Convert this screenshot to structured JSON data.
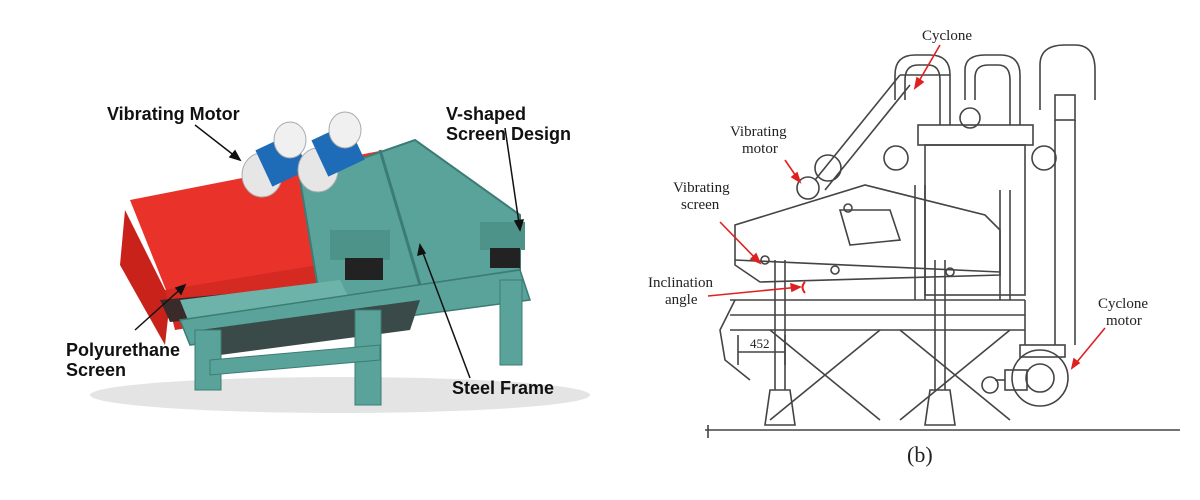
{
  "left_diagram": {
    "labels": {
      "vibrating_motor": "Vibrating Motor",
      "v_shaped_line1": "V-shaped",
      "v_shaped_line2": "Screen Design",
      "polyurethane_line1": "Polyurethane",
      "polyurethane_line2": "Screen",
      "steel_frame": "Steel Frame"
    },
    "colors": {
      "screen_red": "#e8322a",
      "frame_teal": "#5aa39a",
      "motor_grey": "#e6e6e6"
    }
  },
  "right_diagram": {
    "labels": {
      "cyclone": "Cyclone",
      "vibrating_motor_line1": "Vibrating",
      "vibrating_motor_line2": "motor",
      "vibrating_screen_line1": "Vibrating",
      "vibrating_screen_line2": "screen",
      "inclination_line1": "Inclination",
      "inclination_line2": "angle",
      "cyclone_motor_line1": "Cyclone",
      "cyclone_motor_line2": "motor",
      "dimension": "452"
    },
    "caption": "(b)",
    "colors": {
      "arrow_red": "#e02020",
      "line_grey": "#444444"
    }
  }
}
